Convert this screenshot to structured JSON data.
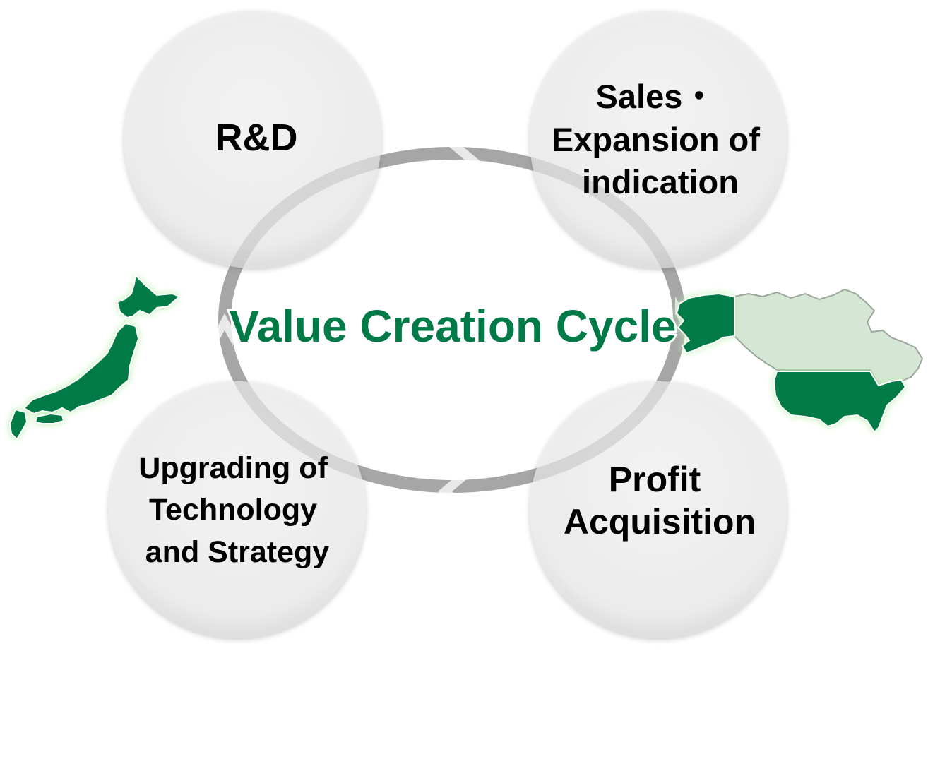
{
  "diagram": {
    "center_label": "Value Creation Cycle",
    "nodes": {
      "rd": {
        "lines": [
          "R&D"
        ]
      },
      "sales": {
        "lines": [
          "Sales・",
          "Expansion of",
          "indication"
        ]
      },
      "profit": {
        "lines": [
          "Profit",
          "Acquisition"
        ]
      },
      "upgrading": {
        "lines": [
          "Upgrading of",
          "Technology",
          "and Strategy"
        ]
      }
    },
    "maps": {
      "left": "japan-map",
      "right": "north-america-map"
    }
  },
  "colors": {
    "brand_green": "#007A46",
    "circle_fill": "#EFEFEF",
    "cycle_ring": "#A6A6A6",
    "canada_fill": "#D6E6D6",
    "map_glow": "#BDF0B0"
  }
}
